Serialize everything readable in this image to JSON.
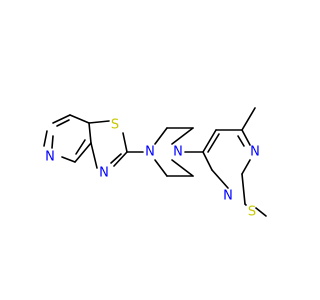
{
  "colors": {
    "bond": "#000000",
    "nitrogen": "#0000ff",
    "sulfur": "#c8c800",
    "background": "#ffffff"
  },
  "atoms": {
    "s_thiazole": "S",
    "n_pyridine": "N",
    "n_thiazole": "N",
    "n_piperazine_left": "N",
    "n_piperazine_right": "N",
    "n_pyrimidine_top": "N",
    "n_pyrimidine_bottom": "N",
    "s_methylthio": "S"
  }
}
